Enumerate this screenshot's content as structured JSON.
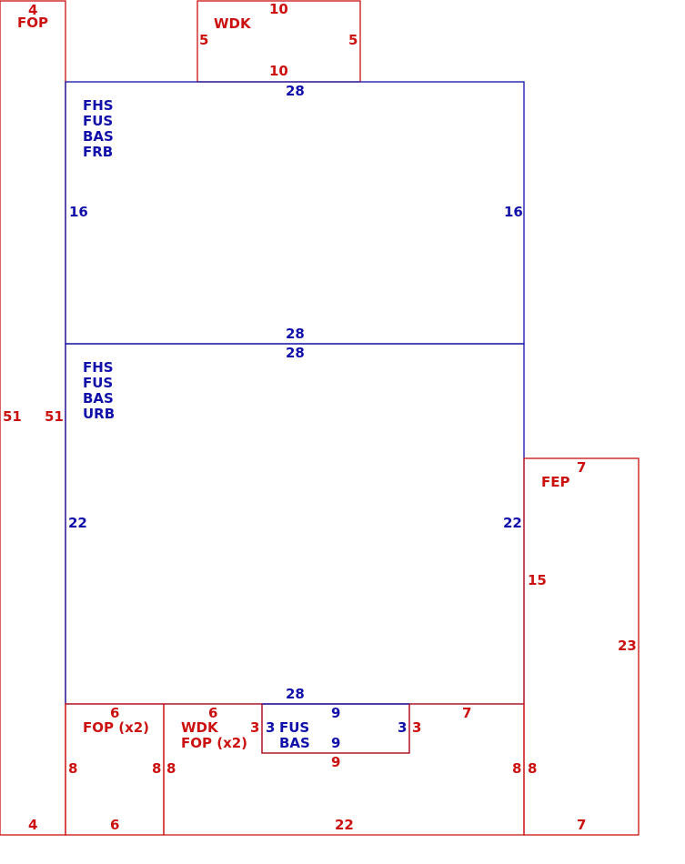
{
  "sketch": {
    "areas": [
      {
        "code": "FOP",
        "lines": [
          "FOP"
        ],
        "color": "#cc1111"
      },
      {
        "code": "WDK",
        "lines": [
          "WDK"
        ],
        "color": "#cc1111"
      },
      {
        "code": "upper",
        "lines": [
          "FHS",
          "FUS",
          "BAS",
          "FRB"
        ],
        "color": "#1111aa"
      },
      {
        "code": "lower",
        "lines": [
          "FHS",
          "FUS",
          "BAS",
          "URB"
        ],
        "color": "#1111aa"
      },
      {
        "code": "FEP",
        "lines": [
          "FEP"
        ],
        "color": "#cc1111"
      },
      {
        "code": "FOP-x2-left",
        "lines": [
          "FOP (x2)"
        ],
        "color": "#cc1111"
      },
      {
        "code": "WDK-FOP-x2",
        "lines": [
          "WDK",
          "FOP (x2)"
        ],
        "color": "#cc1111"
      },
      {
        "code": "FUS-BAS",
        "lines": [
          "FUS",
          "BAS"
        ],
        "color": "#1111aa"
      }
    ],
    "dimensions": {
      "fop_top": "4",
      "fop_bottom": "4",
      "fop_left": "51",
      "fop_right": "51",
      "wdk_top": "10",
      "wdk_bottom": "10",
      "wdk_left": "5",
      "wdk_right": "5",
      "upper_top": "28",
      "upper_bottom": "28",
      "upper_left": "16",
      "upper_right": "16",
      "lower_top": "28",
      "lower_bottom": "28",
      "lower_left": "22",
      "lower_right": "22",
      "fep_top": "7",
      "fep_bottom": "7",
      "fep_left": "15",
      "fep_right": "23",
      "fopx2_top": "6",
      "fopx2_bottom": "6",
      "fopx2_left": "8",
      "fopx2_right": "8",
      "wdkfop_top_left": "6",
      "wdkfop_top_right": "7",
      "wdkfop_left": "8",
      "wdkfop_right": "8",
      "wdkfop_bottom": "22",
      "wdkfop_notch_left": "3",
      "wdkfop_notch_right": "3",
      "fusbas_top": "9",
      "fusbas_bottom": "9",
      "fusbas_left": "3",
      "fusbas_right": "3",
      "fusbas_below": "9"
    },
    "colors": {
      "exterior": "#cc1111",
      "living": "#1111aa"
    }
  }
}
